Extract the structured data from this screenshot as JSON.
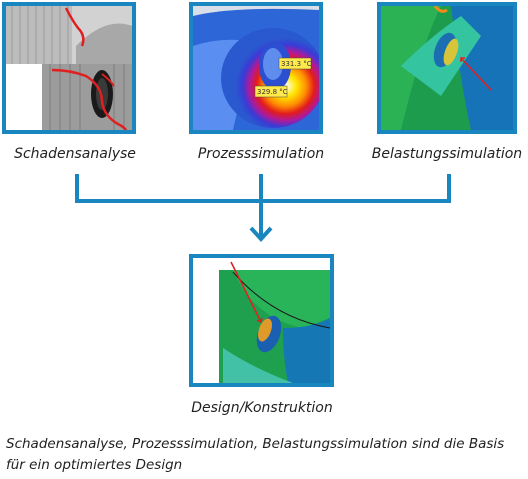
{
  "tiles": {
    "schaden": {
      "label": "Schadensanalyse"
    },
    "prozess": {
      "label": "Prozesssimulation",
      "readout_high": "331.3 °C",
      "readout_low": "329.8 °C"
    },
    "belastung": {
      "label": "Belastungssimulation"
    },
    "design": {
      "label": "Design/Konstruktion"
    }
  },
  "footnote": "Schadensanalyse, Prozesssimulation, Belastungssimulation sind die Basis für ein optimiertes Design",
  "colors": {
    "frame": "#1a86bf",
    "arrow": "#1a86bf",
    "highlight": "#e02020"
  }
}
